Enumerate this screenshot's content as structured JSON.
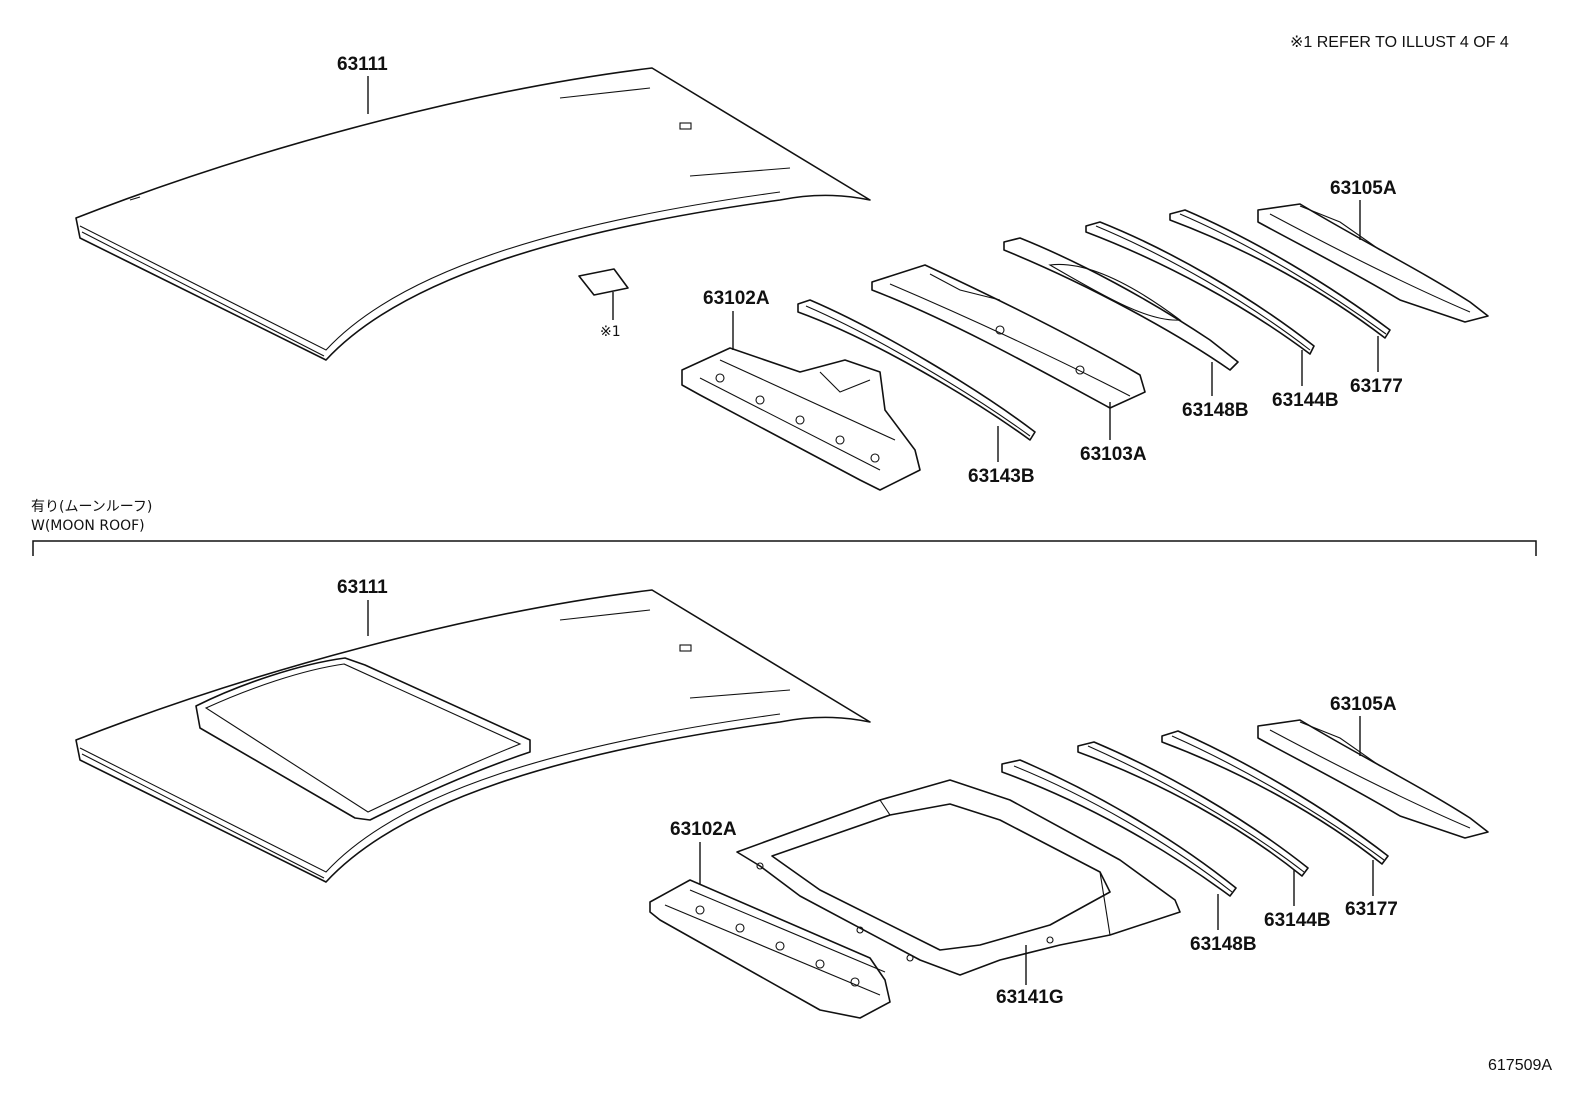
{
  "header": {
    "refer_note": "※1 REFER TO ILLUST 4 OF 4"
  },
  "section": {
    "title_jp": "有り(ムーンルーフ)",
    "title_en": "W(MOON ROOF)"
  },
  "upper": {
    "roof_panel": "63111",
    "ref_mark": "※1",
    "front_header": "63102A",
    "bow_1": "63143B",
    "bow_2": "63103A",
    "bow_3": "63148B",
    "bow_4": "63144B",
    "bow_5": "63177",
    "rear_header": "63105A"
  },
  "lower": {
    "roof_panel": "63111",
    "front_header": "63102A",
    "sunroof_frame": "63141G",
    "bow_3": "63148B",
    "bow_4": "63144B",
    "bow_5": "63177",
    "rear_header": "63105A"
  },
  "footer": {
    "illustration_code": "617509A"
  }
}
